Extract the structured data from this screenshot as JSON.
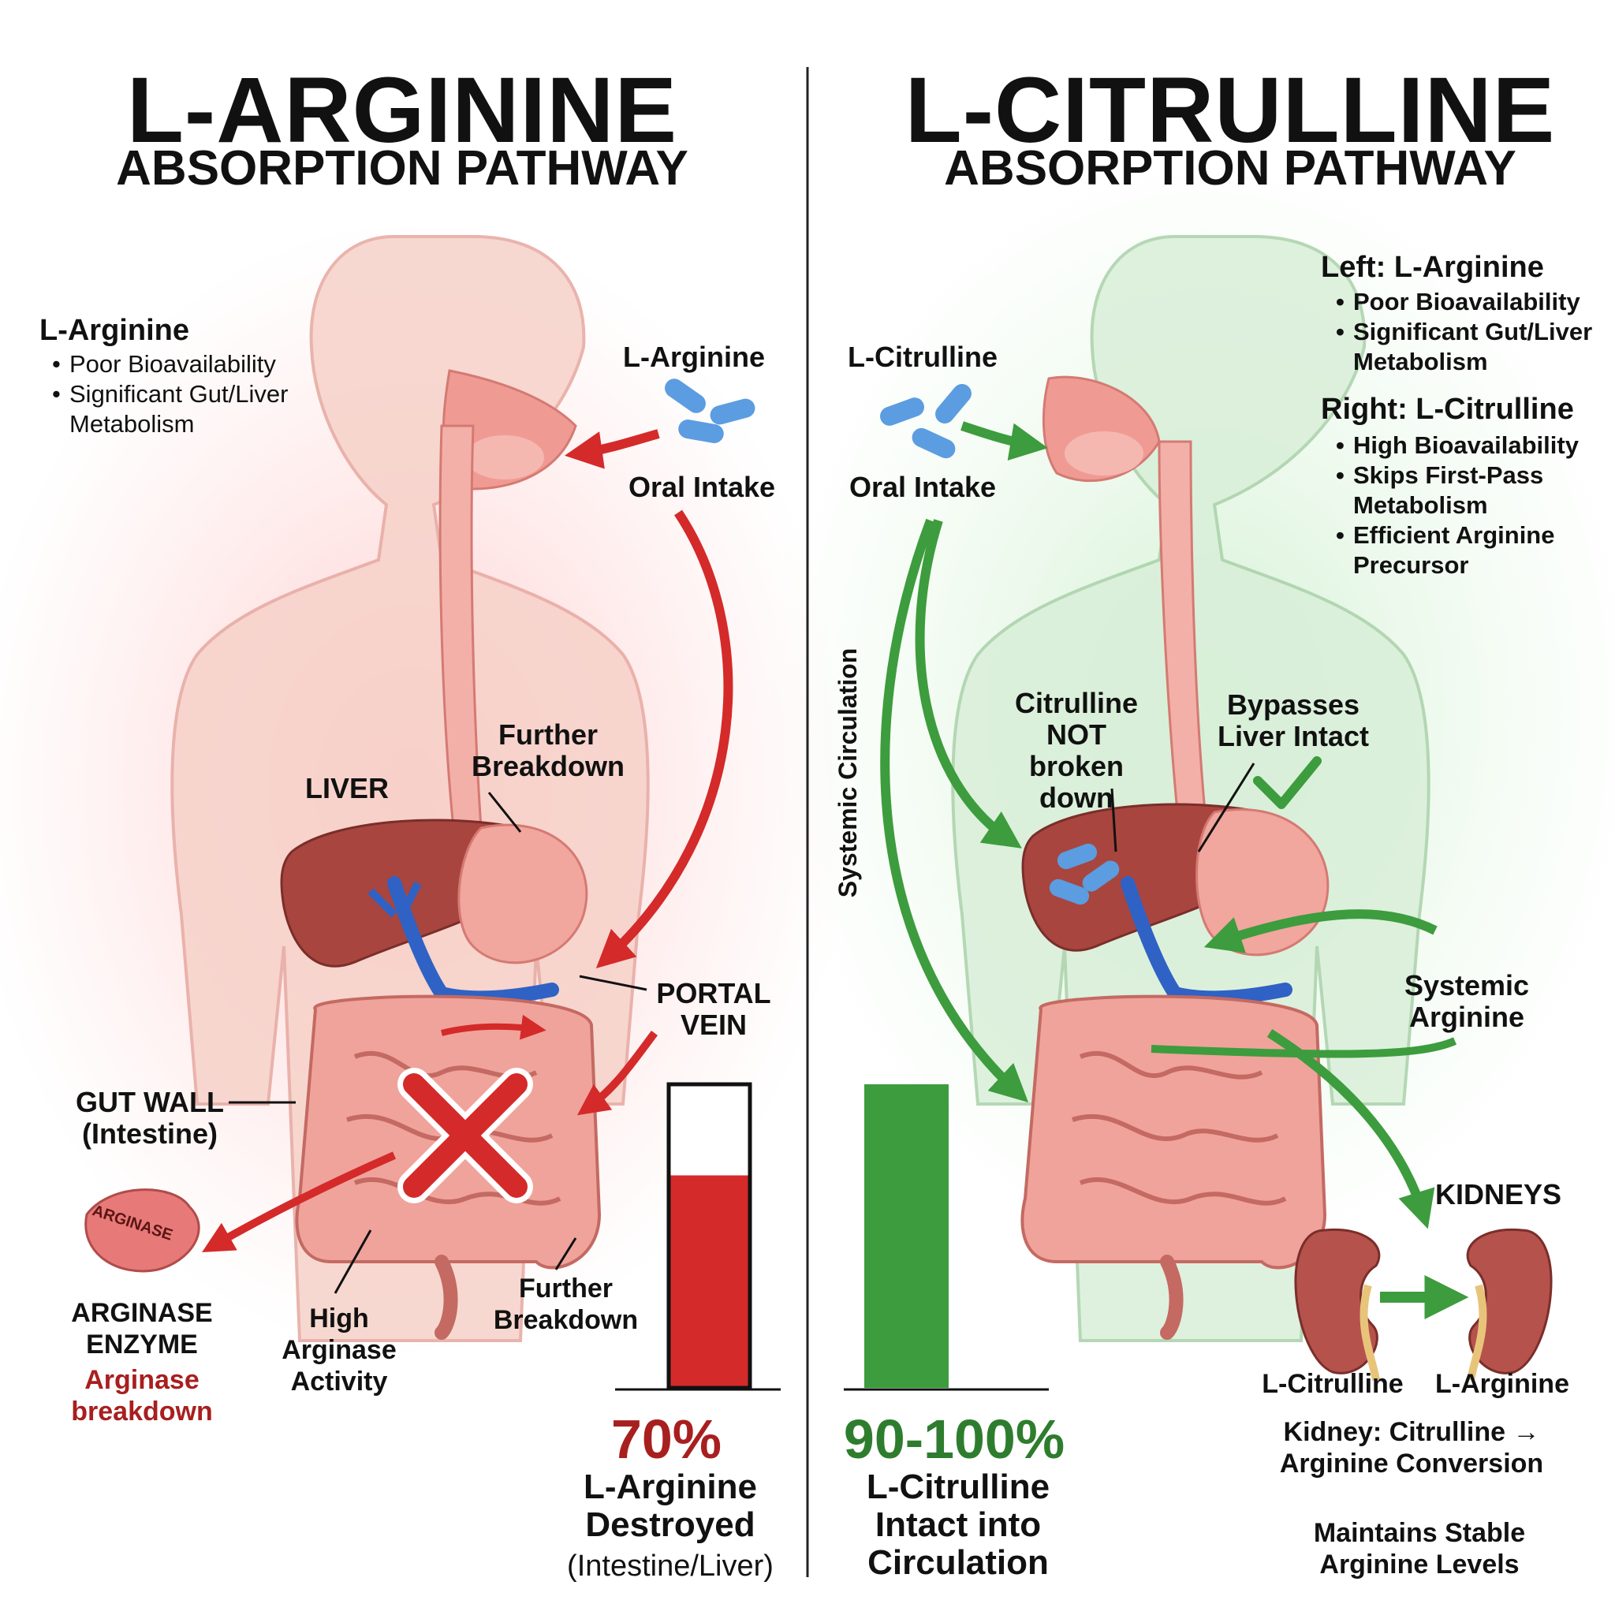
{
  "left": {
    "title": "L-ARGININE",
    "subtitle": "ABSORPTION PATHWAY",
    "info_heading": "L-Arginine",
    "info_points": [
      "Poor Bioavailability",
      "Significant Gut/Liver Metabolism"
    ],
    "pill_label": "L-Arginine",
    "oral_intake": "Oral Intake",
    "liver_label": "LIVER",
    "further_breakdown_top": "Further Breakdown",
    "portal_vein": "PORTAL VEIN",
    "gut_wall": "GUT WALL (Intestine)",
    "enzyme_tag": "ARGINASE",
    "enzyme_label": "ARGINASE ENZYME",
    "enzyme_note": "Arginase breakdown",
    "high_arginase": "High Arginase Activity",
    "further_breakdown_bottom": "Further Breakdown",
    "percent": "70%",
    "caption_main": "L-Arginine Destroyed",
    "caption_sub": "(Intestine/Liver)",
    "destroyed_fraction": 0.7
  },
  "right": {
    "title": "L-CITRULLINE",
    "subtitle": "ABSORPTION PATHWAY",
    "pill_label": "L-Citrulline",
    "oral_intake": "Oral Intake",
    "systemic_circulation": "Systemic Circulation",
    "citrulline_note": "Citrulline NOT broken down",
    "bypass_note": "Bypasses Liver Intact",
    "systemic_arginine": "Systemic Arginine",
    "kidneys": "KIDNEYS",
    "kidney_in": "L-Citrulline",
    "kidney_out": "L-Arginine",
    "kidney_conversion": "Kidney: Citrulline → Arginine Conversion",
    "maintains": "Maintains Stable Arginine Levels",
    "percent": "90-100%",
    "caption": "L-Citrulline Intact into Circulation",
    "intact_fraction": 1.0
  },
  "summary": {
    "left_heading": "Left: L-Arginine",
    "left_points": [
      "Poor Bioavailability",
      "Significant Gut/Liver Metabolism"
    ],
    "right_heading": "Right: L-Citrulline",
    "right_points": [
      "High Bioavailability",
      "Skips First-Pass Metabolism",
      "Efficient Arginine Precursor"
    ]
  },
  "colors": {
    "red": "#d42a2a",
    "dark_red": "#a81f1f",
    "green": "#3d9c3d",
    "dark_green": "#2e7d2e",
    "skin": "#f6d2c9",
    "liver": "#a8453f",
    "vein": "#2f62c4",
    "pill": "#5b9de0"
  }
}
